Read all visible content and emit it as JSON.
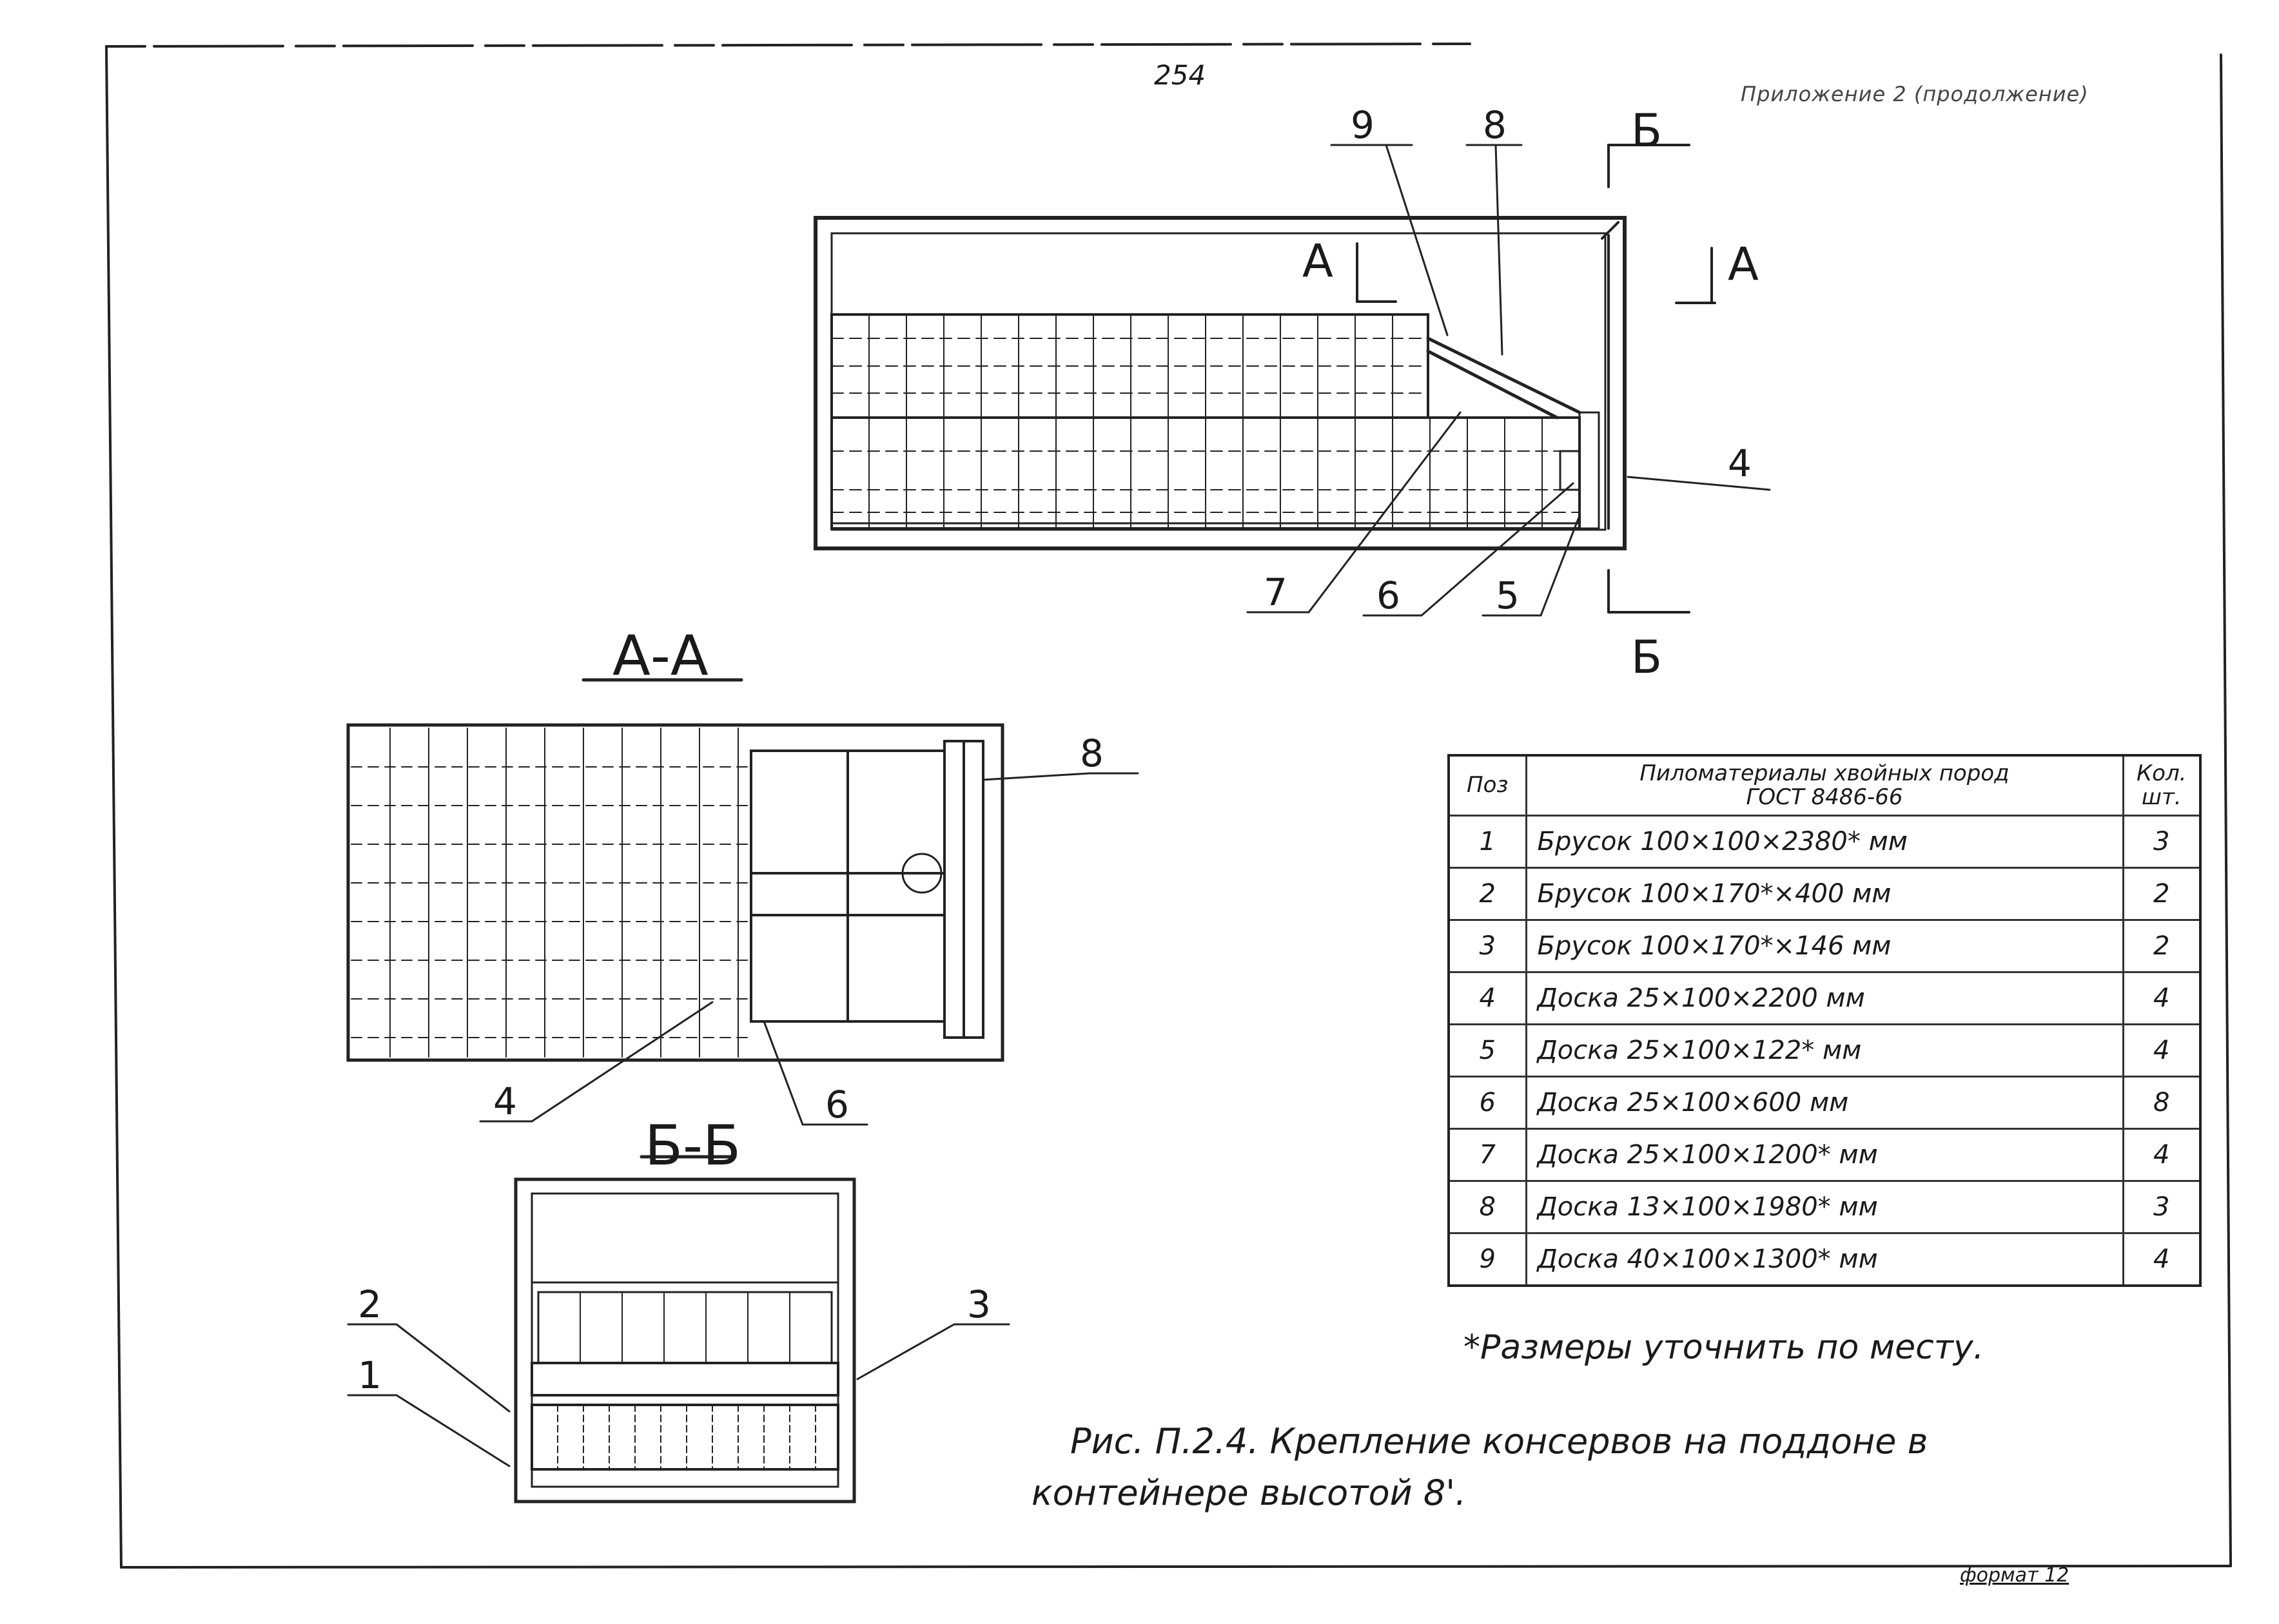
{
  "page_number": "254",
  "appendix_note": "Приложение 2 (продолжение)",
  "format_label": "формат 12",
  "section_aa": "А-А",
  "section_bb": "Б-Б",
  "cut_a": "А",
  "cut_b": "Б",
  "positions": [
    "1",
    "2",
    "3",
    "4",
    "5",
    "6",
    "7",
    "8",
    "9"
  ],
  "table": {
    "header": {
      "pos": "Поз",
      "material_line1": "Пиломатериалы хвойных пород",
      "material_line2": "ГОСТ 8486-66",
      "qty_line1": "Кол.",
      "qty_line2": "шт."
    },
    "rows": [
      {
        "pos": "1",
        "name": "Брусок 100×100×2380* мм",
        "qty": "3"
      },
      {
        "pos": "2",
        "name": "Брусок 100×170*×400 мм",
        "qty": "2"
      },
      {
        "pos": "3",
        "name": "Брусок 100×170*×146 мм",
        "qty": "2"
      },
      {
        "pos": "4",
        "name": "Доска 25×100×2200 мм",
        "qty": "4"
      },
      {
        "pos": "5",
        "name": "Доска 25×100×122* мм",
        "qty": "4"
      },
      {
        "pos": "6",
        "name": "Доска 25×100×600 мм",
        "qty": "8"
      },
      {
        "pos": "7",
        "name": "Доска 25×100×1200* мм",
        "qty": "4"
      },
      {
        "pos": "8",
        "name": "Доска 13×100×1980* мм",
        "qty": "3"
      },
      {
        "pos": "9",
        "name": "Доска 40×100×1300* мм",
        "qty": "4"
      }
    ]
  },
  "note": "*Размеры уточнить по месту.",
  "caption_line1": "Рис. П.2.4.   Крепление консервов на поддоне в",
  "caption_line2": "контейнере высотой 8'."
}
